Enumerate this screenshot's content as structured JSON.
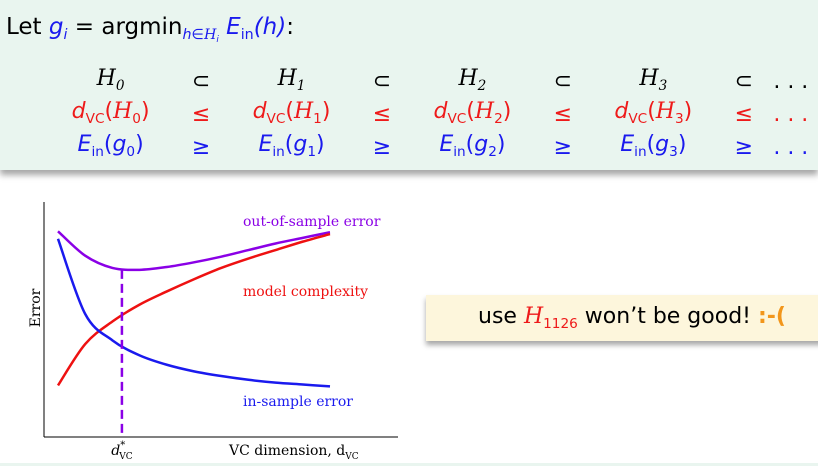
{
  "definition": {
    "prefix": "Let ",
    "g": "g",
    "g_sub": "i",
    "eq": " = argmin",
    "argmin_sub_h": "h",
    "argmin_sub_in": "∈",
    "argmin_sub_H": "H",
    "argmin_sub_i": "i",
    "E": "E",
    "E_sub": "in",
    "E_arg": "(h)",
    "suffix": ":"
  },
  "chain": {
    "row1": {
      "terms": [
        "H0",
        "H1",
        "H2",
        "H3"
      ],
      "rel": "⊂",
      "dots": ". . ."
    },
    "row2": {
      "func": "d",
      "func_sub": "VC",
      "terms": [
        "(H0)",
        "(H1)",
        "(H2)",
        "(H3)"
      ],
      "rel": "≤",
      "dots": ". . ."
    },
    "row3": {
      "func": "E",
      "func_sub": "in",
      "terms": [
        "(g0)",
        "(g1)",
        "(g2)",
        "(g3)"
      ],
      "rel": "≥",
      "dots": ". . ."
    }
  },
  "note": {
    "pre": "use ",
    "H": "H",
    "H_sub": "1126",
    "post": " won’t be good! ",
    "smiley": ":-("
  },
  "chart_data": {
    "type": "line",
    "ylabel": "Error",
    "xlabel": "VC dimension, d",
    "xlabel_sub": "VC",
    "optimum_label": "d",
    "optimum_sup": "*",
    "optimum_sub": "VC",
    "x": [
      0,
      1,
      2,
      3,
      4,
      5,
      6,
      7,
      8,
      9,
      10
    ],
    "series": [
      {
        "name": "out-of-sample error",
        "color": "#8a00e6",
        "values": [
          9.4,
          8.1,
          7.45,
          7.35,
          7.5,
          7.75,
          8.05,
          8.4,
          8.75,
          9.05,
          9.35
        ]
      },
      {
        "name": "model complexity",
        "color": "#ee1111",
        "values": [
          1.2,
          3.4,
          4.6,
          5.5,
          6.2,
          6.85,
          7.45,
          7.95,
          8.4,
          8.85,
          9.25
        ]
      },
      {
        "name": "in-sample error",
        "color": "#1a1aee",
        "values": [
          9.0,
          5.0,
          3.6,
          2.8,
          2.3,
          1.95,
          1.7,
          1.5,
          1.35,
          1.25,
          1.15
        ]
      }
    ],
    "optimum_x": 2.35,
    "xlim": [
      0,
      10
    ],
    "ylim": [
      0,
      10
    ],
    "grid": false
  }
}
